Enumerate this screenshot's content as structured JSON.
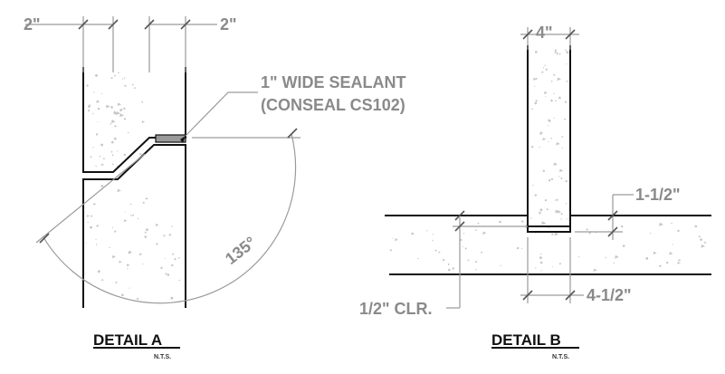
{
  "detail_a": {
    "title": "DETAIL A",
    "scale_note": "N.T.S.",
    "dim_left": "2\"",
    "dim_right": "2\"",
    "sealant_line1": "1\" WIDE SEALANT",
    "sealant_line2": "(CONSEAL CS102)",
    "angle": "135°"
  },
  "detail_b": {
    "title": "DETAIL B",
    "scale_note": "N.T.S.",
    "dim_wall": "4\"",
    "dim_depth": "1-1/2\"",
    "dim_clear": "1/2\" CLR.",
    "dim_width": "4-1/2\""
  },
  "colors": {
    "line": "#111111",
    "dimension": "#9a9a9a",
    "text": "#8a8a8a"
  }
}
